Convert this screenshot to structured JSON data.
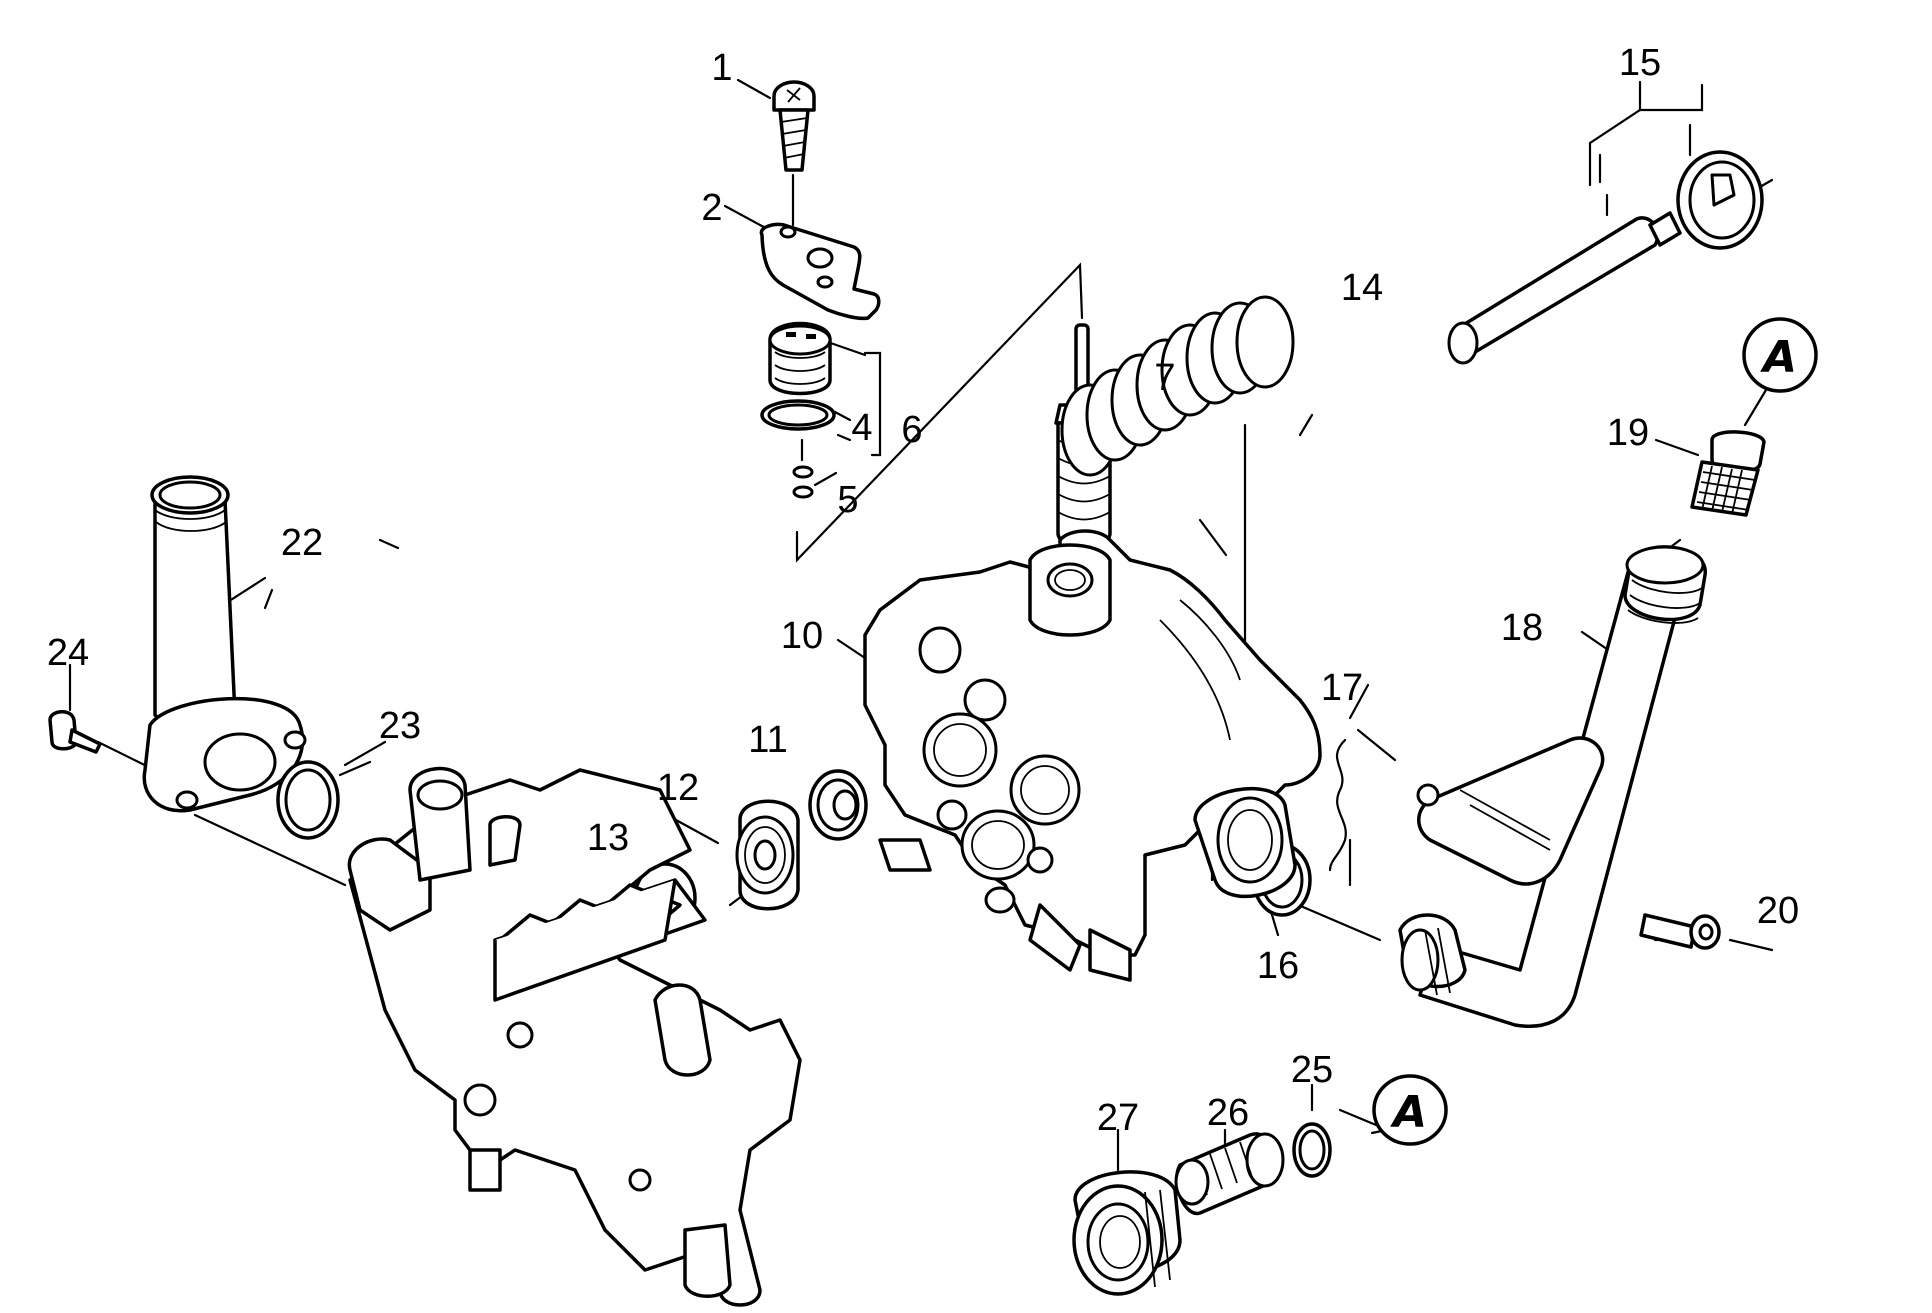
{
  "labels": {
    "p1": "1",
    "p2": "2",
    "p4": "4",
    "p5": "5",
    "p6": "6",
    "p7": "7",
    "p10": "10",
    "p11": "11",
    "p12": "12",
    "p13": "13",
    "p14": "14",
    "p15": "15",
    "p16": "16",
    "p17": "17",
    "p18": "18",
    "p19": "19",
    "p20": "20",
    "p22": "22",
    "p23": "23",
    "p24": "24",
    "p25": "25",
    "p26": "26",
    "p27": "27"
  },
  "refs": {
    "a_top": "A",
    "a_bottom": "A"
  }
}
